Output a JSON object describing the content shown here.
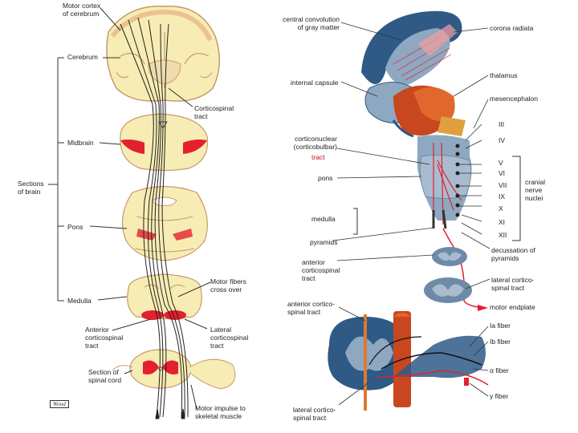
{
  "left_diagram": {
    "labels": {
      "motor_cortex": "Motor cortex\nof cerebrum",
      "cerebrum": "Cerebrum",
      "corticospinal_tract": "Corticospinal\ntract",
      "midbrain": "Midbrain",
      "sections_of_brain": "Sections\nof brain",
      "pons": "Pons",
      "motor_fibers_cross": "Motor fibers\ncross over",
      "medulla": "Medulla",
      "anterior_corticospinal": "Anterior\ncorticospinal\ntract",
      "lateral_corticospinal": "Lateral\ncorticospinal\ntract",
      "section_spinal_cord": "Section of\nspinal cord",
      "motor_impulse": "Motor impulse to\nskeletal muscle"
    },
    "signature": "Wood"
  },
  "right_diagram": {
    "labels": {
      "central_convolution": "central convolution\nof gray matter",
      "corona_radiata": "corona radiata",
      "internal_capsule": "internal capsule",
      "thalamus": "thalamus",
      "mesencephalon": "mesencephalon",
      "corticonuclear": "corticonuclear\n(corticobulbar)",
      "tract": "tract",
      "pons": "pons",
      "medulla": "medulla",
      "pyramids": "pyramids",
      "anterior_corticospinal": "anterior\ncorticospinal\ntract",
      "decussation": "decussation of\npyramids",
      "lateral_corticospinal": "lateral cortico-\nspinal tract",
      "motor_endplate": "motor endplate",
      "anterior_cortico_spinal": "anterior cortico-\nspinal tract",
      "ia_fiber": "Ia fiber",
      "ib_fiber": "Ib fiber",
      "alpha_fiber": "α fiber",
      "gamma_fiber": "γ fiber",
      "lateral_cortico_spinal_bottom": "lateral cortico-\nspinal tract",
      "cranial_nerve_nuclei": "cranial\nnerve\nnuclei"
    },
    "nerves": [
      "III",
      "IV",
      "V",
      "VI",
      "VII",
      "IX",
      "X",
      "XI",
      "XII"
    ]
  },
  "colors": {
    "tissue": "#f7ecb4",
    "tissue_edge": "#c89a6a",
    "red": "#e4202e",
    "blue_dark": "#2f5a86",
    "blue_light": "#8ea8c1",
    "orange": "#e07830"
  }
}
